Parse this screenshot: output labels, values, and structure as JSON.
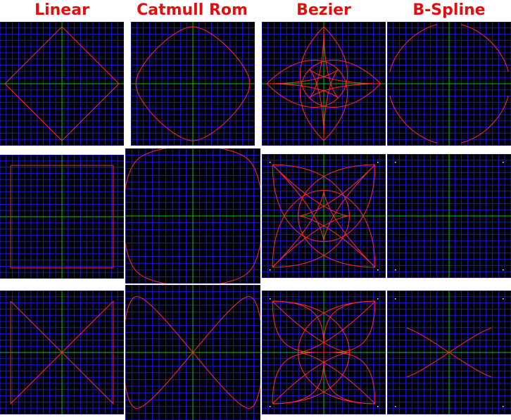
{
  "headers": [
    "Linear",
    "Catmull Rom",
    "Bezier",
    "B-Spline"
  ],
  "colors": {
    "background": "#000000",
    "grid": "#1a1ad8",
    "axis": "#0ec20e",
    "curve": "#ff2a2a",
    "header": "#e01010",
    "point": "#ffffff"
  },
  "rows": [
    {
      "shape": "diamond",
      "points": [
        [
          0,
          1
        ],
        [
          1,
          0
        ],
        [
          0,
          -1
        ],
        [
          -1,
          0
        ]
      ]
    },
    {
      "shape": "square",
      "points": [
        [
          -0.9,
          0.9
        ],
        [
          0.9,
          0.9
        ],
        [
          0.9,
          -0.9
        ],
        [
          -0.9,
          -0.9
        ]
      ]
    },
    {
      "shape": "bowtie",
      "points": [
        [
          -0.9,
          0.9
        ],
        [
          0.9,
          -0.9
        ],
        [
          0.9,
          0.9
        ],
        [
          -0.9,
          -0.9
        ]
      ]
    }
  ],
  "grid_divisions": 20
}
